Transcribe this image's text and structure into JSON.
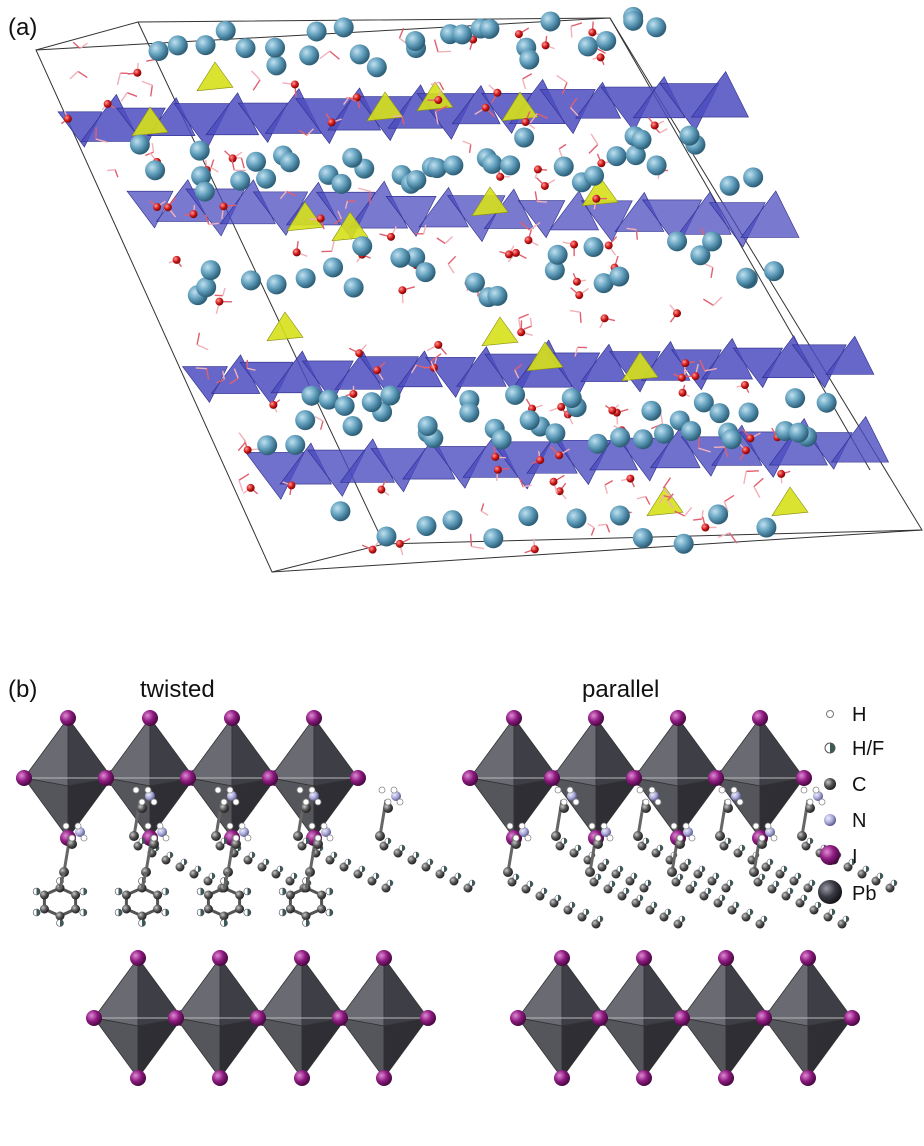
{
  "panels": [
    {
      "label": "(a)"
    },
    {
      "label": "(b)",
      "titles": [
        "twisted",
        "parallel"
      ]
    }
  ],
  "legend": [
    {
      "label": "H",
      "icon": "hydrogen-atom-icon",
      "color": "#ffffff"
    },
    {
      "label": "H/F",
      "icon": "hydrogen-fluorine-atom-icon",
      "color": "#5a7f7a"
    },
    {
      "label": "C",
      "icon": "carbon-atom-icon",
      "color": "#555555"
    },
    {
      "label": "N",
      "icon": "nitrogen-atom-icon",
      "color": "#a7a7d6"
    },
    {
      "label": "I",
      "icon": "iodine-atom-icon",
      "color": "#8e1a80"
    },
    {
      "label": "Pb",
      "icon": "lead-atom-icon",
      "color": "#3a3a44"
    }
  ],
  "colors": {
    "tetrahedra_blue": "#4c4cc0",
    "tetrahedra_yellow": "#d6e01a",
    "sphere_blue": "#5f9dbb",
    "oxygen_red": "#d01616",
    "octahedra_gray": "#4a4a50",
    "iodine_purple": "#8e1a80"
  }
}
